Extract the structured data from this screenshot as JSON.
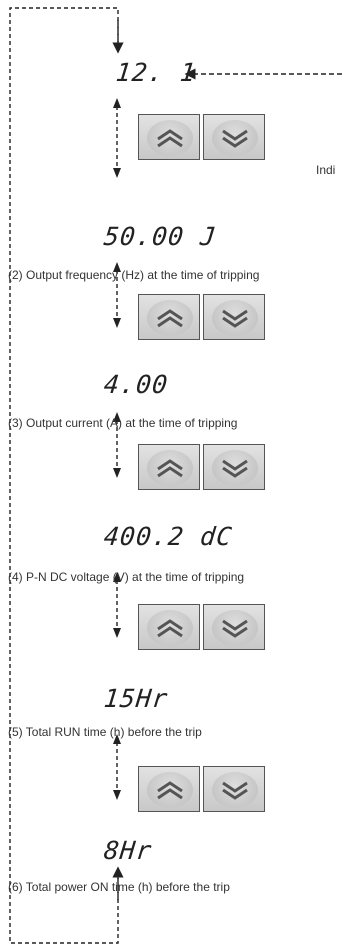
{
  "displays": {
    "d1": "12. 1",
    "d2": "50.00 J",
    "d3": "4.00",
    "d4": "400.2  dC",
    "d5": "15Hr",
    "d6": "8Hr"
  },
  "captions": {
    "note_right": "Indi",
    "c2": "(2) Output frequency (Hz) at the time of tripping",
    "c3": "(3) Output current (A) at the time of tripping",
    "c4": "(4) P-N DC voltage (V) at the time of tripping",
    "c5": "(5) Total RUN time (h) before the trip",
    "c6": "(6) Total power ON time (h) before the trip"
  },
  "icons": {
    "up": "up-double-chevron-icon",
    "down": "down-double-chevron-icon"
  },
  "colors": {
    "line": "#222222",
    "button_face": "#d4d4d4"
  }
}
